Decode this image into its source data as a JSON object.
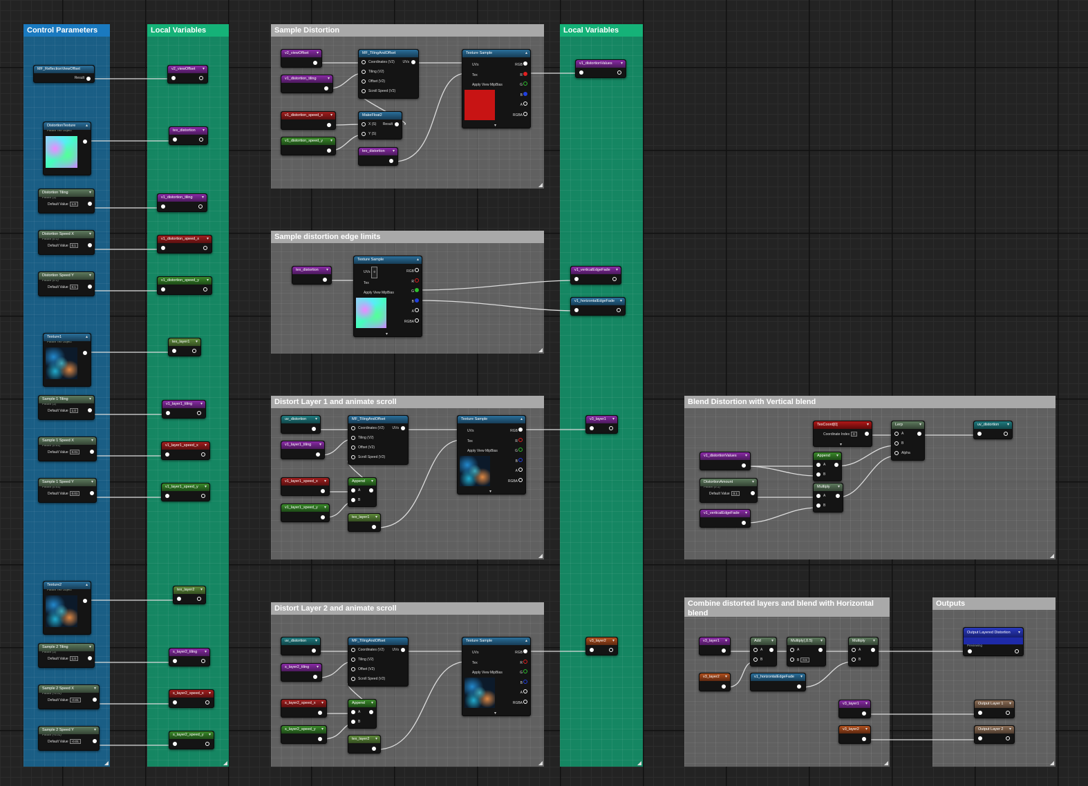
{
  "comments": {
    "control_parameters": "Control Parameters",
    "local_variables_1": "Local Variables",
    "sample_distortion": "Sample Distortion",
    "local_variables_2": "Local Variables",
    "sample_edge_limits": "Sample distortion edge limits",
    "distort_layer_1": "Distort Layer 1 and animate scroll",
    "blend_vertical": "Blend Distortion with Vertical blend",
    "distort_layer_2": "Distort Layer 2 and animate scroll",
    "combine_layers": "Combine distorted layers and blend with Horizontal blend",
    "outputs": "Outputs"
  },
  "params": {
    "reflection_offset": {
      "title": "MF_ReflectionViewOffset",
      "out": "Result"
    },
    "distortion_texture": {
      "title": "DistortionTexture",
      "sub": "Param Tex Object"
    },
    "distortion_tiling": {
      "title": "Distortion Tiling",
      "sub": "Param (1)",
      "label": "Default Value",
      "value": "1.0"
    },
    "distortion_speed_x": {
      "title": "Distortion Speed X",
      "sub": "Param (0.1)",
      "label": "Default Value",
      "value": "0.1"
    },
    "distortion_speed_y": {
      "title": "Distortion Speed Y",
      "sub": "Param (0.1)",
      "label": "Default Value",
      "value": "0.1"
    },
    "texture1": {
      "title": "Texture1",
      "sub": "Param Tex Object"
    },
    "sample1_tiling": {
      "title": "Sample 1 Tiling",
      "sub": "Param (1)",
      "label": "Default Value",
      "value": "1.0"
    },
    "sample1_speed_x": {
      "title": "Sample 1 Speed X",
      "sub": "Param (0.01)",
      "label": "Default Value",
      "value": "0.01"
    },
    "sample1_speed_y": {
      "title": "Sample 1 Speed Y",
      "sub": "Param (0.01)",
      "label": "Default Value",
      "value": "0.01"
    },
    "texture2": {
      "title": "Texture2",
      "sub": "Param Tex Object"
    },
    "sample2_tiling": {
      "title": "Sample 2 Tiling",
      "sub": "Param (1)",
      "label": "Default Value",
      "value": "1.0"
    },
    "sample2_speed_x": {
      "title": "Sample 2 Speed X",
      "sub": "Param (-0.01)",
      "label": "Default Value",
      "value": "-0.01"
    },
    "sample2_speed_y": {
      "title": "Sample 2 Speed Y",
      "sub": "Param (-0.01)",
      "label": "Default Value",
      "value": "-0.01"
    }
  },
  "locals1": [
    "v2_viewOffset",
    "tex_distortion",
    "v1_distortion_tiling",
    "v1_distortion_speed_x",
    "v1_distortion_speed_y",
    "tex_layer1",
    "v1_layer1_tiling",
    "v1_layer1_speed_x",
    "v1_layer1_speed_y",
    "tex_layer2",
    "s_layer2_tiling",
    "s_layer2_speed_x",
    "s_layer2_speed_y"
  ],
  "locals2": [
    "v1_distortionValues",
    "v1_verticalEdgeFade",
    "v1_horizontalEdgeFade",
    "v3_layer1",
    "v3_layer2"
  ],
  "tiling_node": {
    "title": "MF_TilingAndOffset",
    "pins": [
      "Coordinates (V2)",
      "Tiling (V2)",
      "Offset (V2)",
      "Scroll Speed (V2)"
    ],
    "out": "UVs"
  },
  "texture_sample": {
    "title": "Texture Sample",
    "in": [
      "UVs",
      "Tex",
      "Apply View MipBias"
    ],
    "out": [
      "RGB",
      "R",
      "G",
      "B",
      "A",
      "RGBA"
    ]
  },
  "make_float2": {
    "title": "MakeFloat2",
    "pins": [
      "X (S)",
      "Y (S)"
    ],
    "out": "Result"
  },
  "sample_distortion": {
    "in1": "v2_viewOffset",
    "in2": "v1_distortion_tiling",
    "in3": "v1_distortion_speed_x",
    "in4": "v1_distortion_speed_y",
    "in5": "tex_distortion"
  },
  "edge": {
    "in": "tex_distortion",
    "uv_value": "0"
  },
  "layer1": {
    "in1": "uv_distortion",
    "in2": "v1_layer1_tiling",
    "in3": "v1_layer1_speed_x",
    "in4": "v1_layer1_speed_y",
    "tex": "tex_layer1"
  },
  "layer2": {
    "in1": "uv_distortion",
    "in2": "s_layer2_tiling",
    "in3": "s_layer2_speed_x",
    "in4": "s_layer2_speed_y",
    "tex": "tex_layer2"
  },
  "append": {
    "title": "Append",
    "a": "A",
    "b": "B"
  },
  "blend": {
    "texcoord": "TexCoord[0]",
    "coord_index_label": "Coordinate Index",
    "coord_index": "0",
    "lerp": "Lerp",
    "lerp_pins": [
      "A",
      "B",
      "Alpha"
    ],
    "in_values": "v1_distortionValues",
    "amount_title": "DistortionAmount",
    "amount_sub": "Param (0.1)",
    "amount_label": "Default Value",
    "amount_value": "0.1",
    "edge": "v1_verticalEdgeFade",
    "append": "Append",
    "multiply": "Multiply",
    "out": "uv_distortion"
  },
  "combine": {
    "l1": "v3_layer1",
    "l2": "v3_layer2",
    "add": "Add",
    "mul05": "Multiply(,0.5)",
    "mul05_b": "0.5",
    "hfade": "v1_horizontalEdgeFade",
    "multiply": "Multiply"
  },
  "outputs": {
    "layered": "Output Layered Distortion",
    "layered_sub": "Previewing",
    "l1_in": "v3_layer1",
    "l1_out": "Output Layer 1",
    "l2_in": "v3_layer2",
    "l2_out": "Output Layer 2"
  }
}
